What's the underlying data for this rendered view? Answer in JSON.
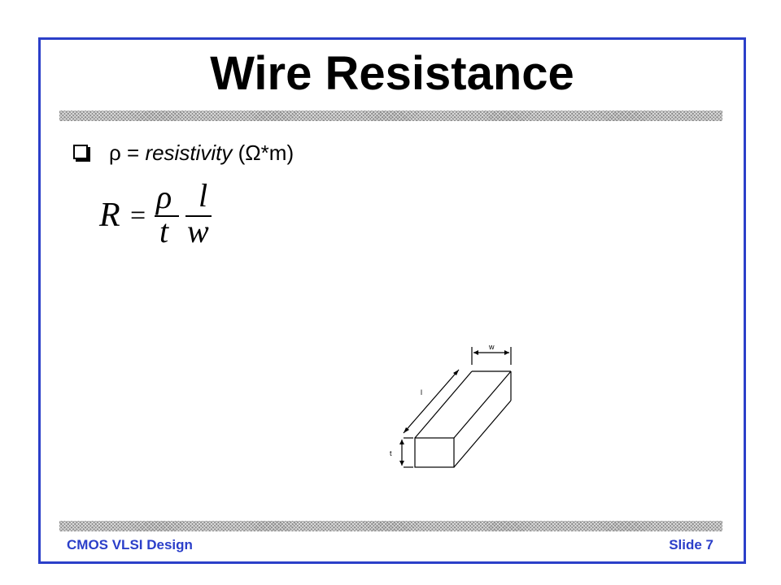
{
  "slide": {
    "title": "Wire Resistance",
    "bullet": {
      "rho": "ρ",
      "equals": " = ",
      "term": "resistivity",
      "unit_open": " (",
      "omega": "Ω",
      "unit_rest": "*m)"
    },
    "formula": {
      "lhs": "R",
      "eq": "=",
      "num1": "ρ",
      "den1": "t",
      "num2": "l",
      "den2": "w"
    },
    "diagram": {
      "label_w": "w",
      "label_l": "l",
      "label_t": "t"
    },
    "footer": {
      "left": "CMOS VLSI Design",
      "right": "Slide 7"
    }
  },
  "colors": {
    "frame": "#2b3fc9",
    "footer_text": "#2b3fc9",
    "text": "#000000"
  },
  "icons": {
    "bullet": "checkbox-square-icon"
  }
}
